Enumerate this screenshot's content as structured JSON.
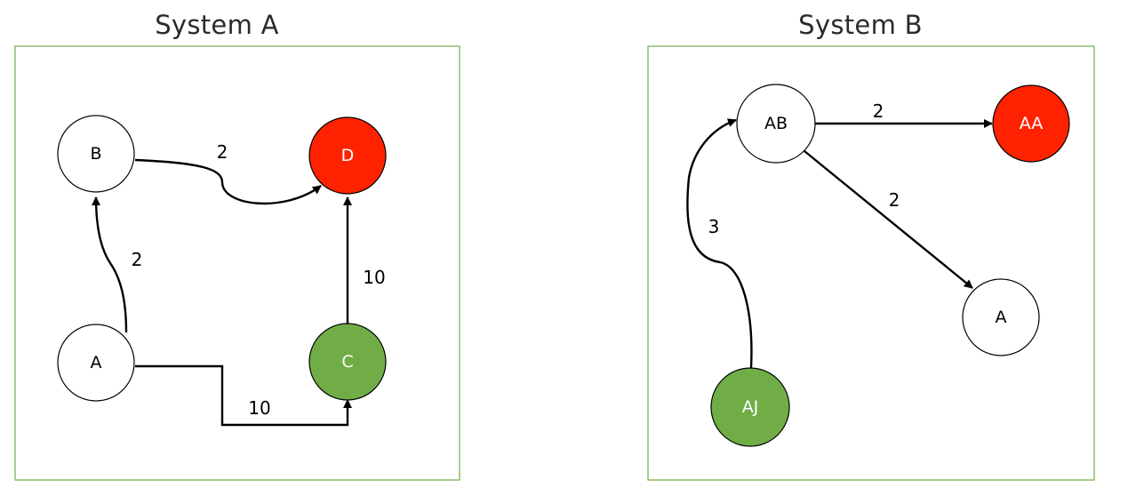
{
  "colors": {
    "frame": "#70ad47",
    "white": "#ffffff",
    "red": "#ff2200",
    "green": "#70ad47",
    "edge": "#000000"
  },
  "systems": [
    {
      "title": "System A",
      "nodes": [
        {
          "id": "B",
          "label": "B",
          "color": "white"
        },
        {
          "id": "D",
          "label": "D",
          "color": "red"
        },
        {
          "id": "A",
          "label": "A",
          "color": "white"
        },
        {
          "id": "C",
          "label": "C",
          "color": "green"
        }
      ],
      "edges": [
        {
          "from": "B",
          "to": "D",
          "weight": "2"
        },
        {
          "from": "A",
          "to": "B",
          "weight": "2"
        },
        {
          "from": "A",
          "to": "C",
          "weight": "10"
        },
        {
          "from": "C",
          "to": "D",
          "weight": "10"
        }
      ]
    },
    {
      "title": "System B",
      "nodes": [
        {
          "id": "AB",
          "label": "AB",
          "color": "white"
        },
        {
          "id": "AA",
          "label": "AA",
          "color": "red"
        },
        {
          "id": "A",
          "label": "A",
          "color": "white"
        },
        {
          "id": "AJ",
          "label": "AJ",
          "color": "green"
        }
      ],
      "edges": [
        {
          "from": "AB",
          "to": "AA",
          "weight": "2"
        },
        {
          "from": "AB",
          "to": "A",
          "weight": "2"
        },
        {
          "from": "AJ",
          "to": "AB",
          "weight": "3"
        }
      ]
    }
  ]
}
